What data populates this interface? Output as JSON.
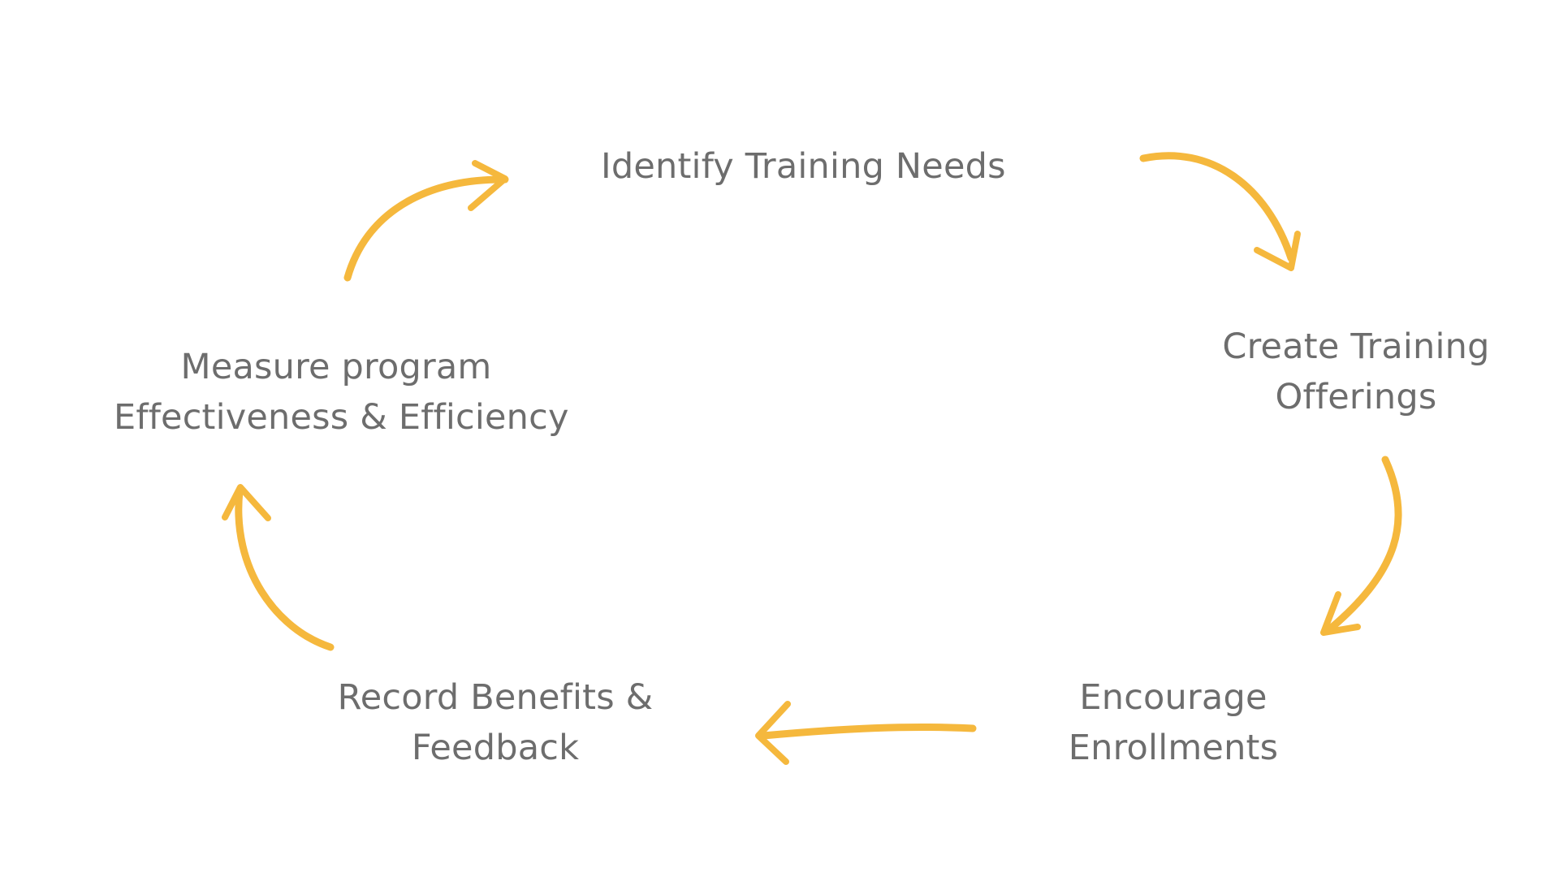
{
  "theme": {
    "arrow_color": "#f5b83d",
    "text_color": "#6d6d6d",
    "background": "#ffffff"
  },
  "cycle": {
    "steps": [
      {
        "lines": [
          "Identify Training Needs"
        ]
      },
      {
        "lines": [
          "Create Training",
          "Offerings"
        ]
      },
      {
        "lines": [
          "Encourage",
          "Enrollments"
        ]
      },
      {
        "lines": [
          "Record Benefits &",
          "Feedback"
        ]
      },
      {
        "lines": [
          "Measure program",
          "Effectiveness & Efficiency"
        ]
      }
    ],
    "arrows": [
      {
        "from_step": 1,
        "to_step": 2,
        "icon": "curved-arrow-icon"
      },
      {
        "from_step": 2,
        "to_step": 3,
        "icon": "curved-arrow-icon"
      },
      {
        "from_step": 3,
        "to_step": 4,
        "icon": "straight-arrow-icon"
      },
      {
        "from_step": 4,
        "to_step": 5,
        "icon": "curved-arrow-icon"
      },
      {
        "from_step": 5,
        "to_step": 1,
        "icon": "curved-arrow-icon"
      }
    ]
  }
}
